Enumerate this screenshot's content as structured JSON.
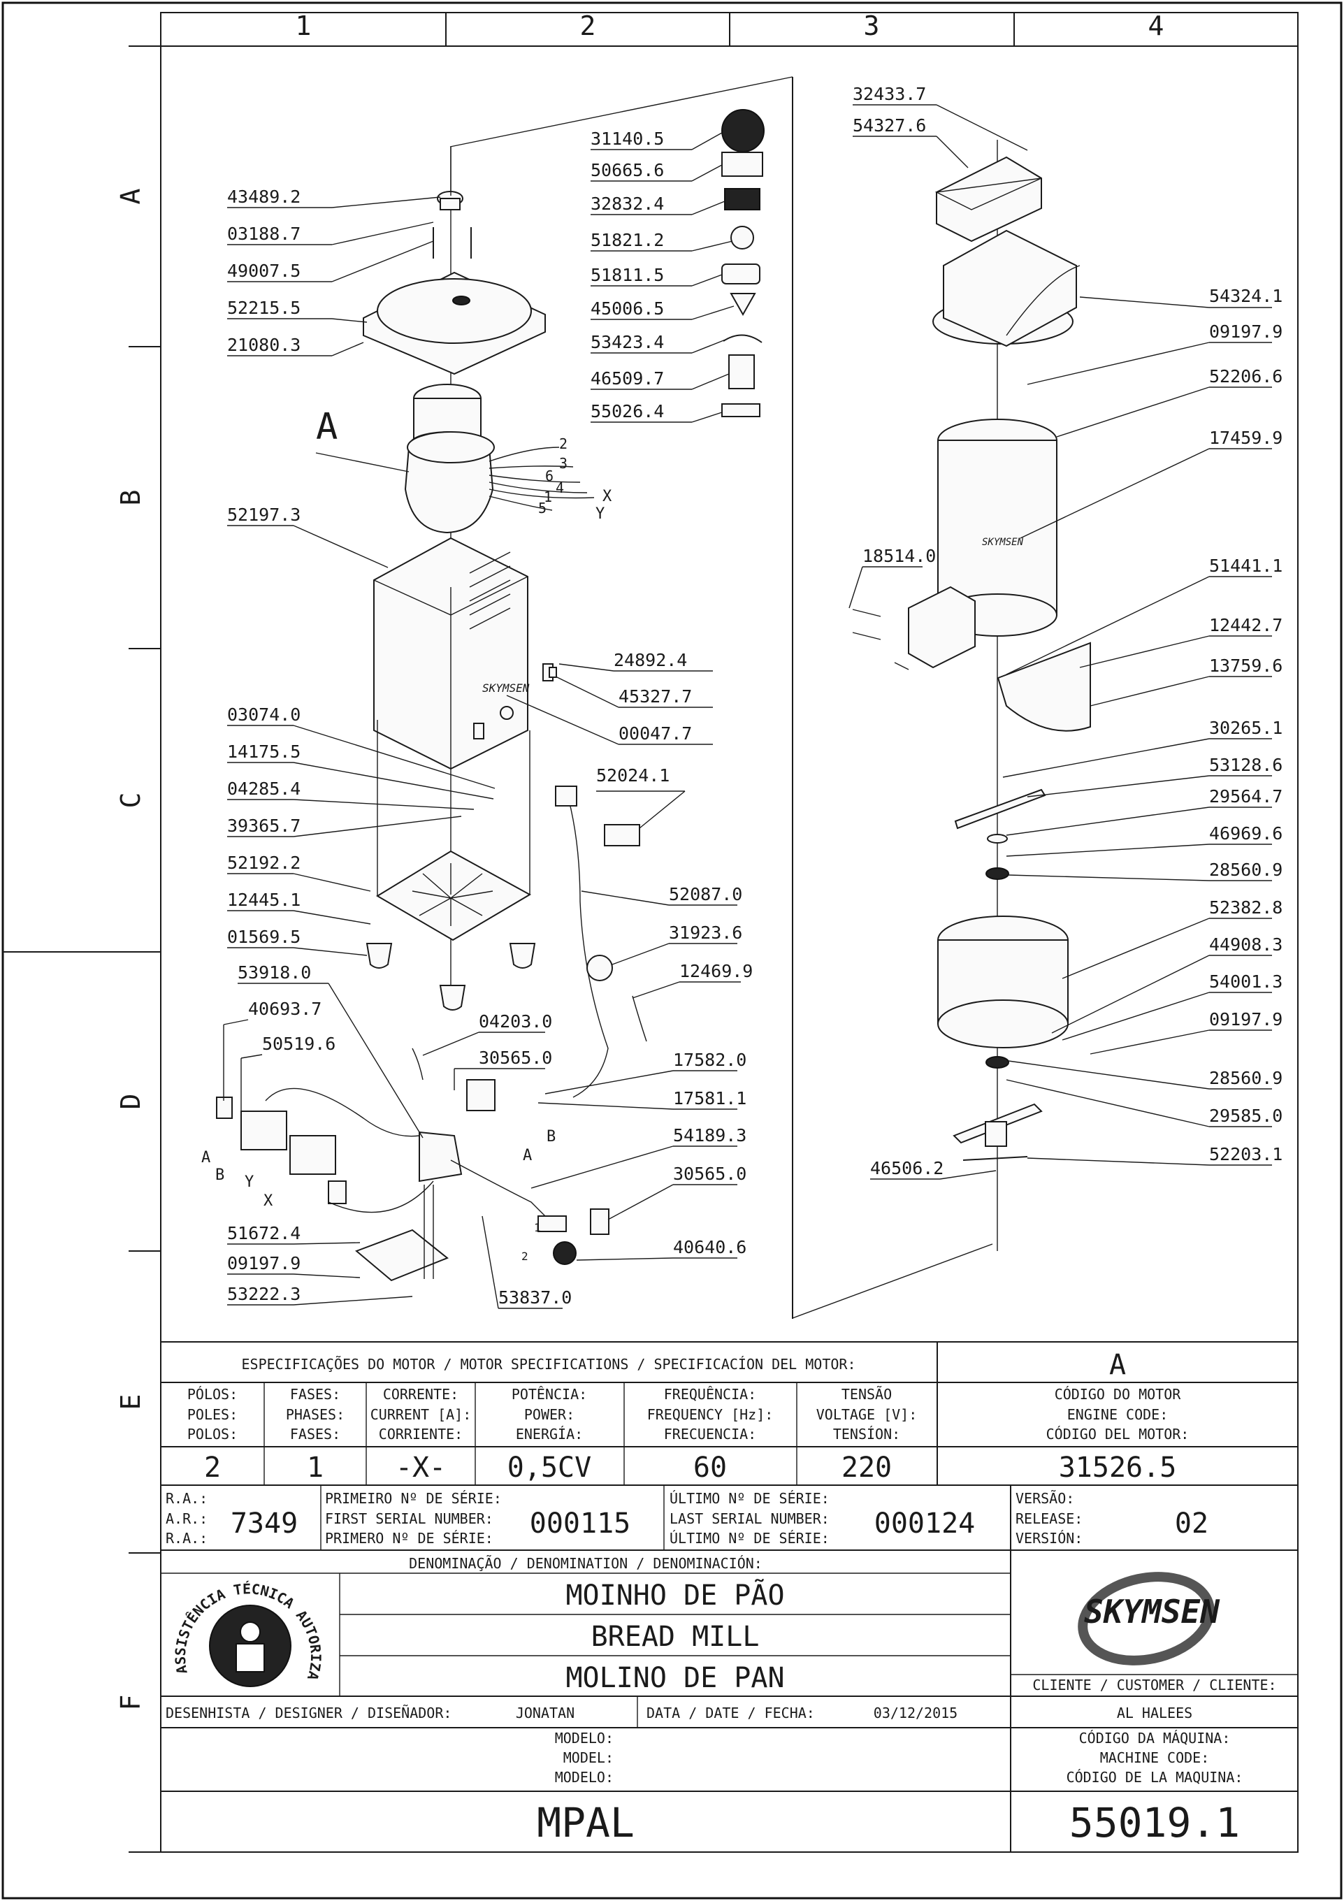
{
  "grid": {
    "columns": [
      "1",
      "2",
      "3",
      "4"
    ],
    "rows": [
      "A",
      "B",
      "C",
      "D",
      "E",
      "F"
    ]
  },
  "view_label": "A",
  "callouts_left": [
    {
      "id": "c-43489-2",
      "text": "43489.2"
    },
    {
      "id": "c-03188-7",
      "text": "03188.7"
    },
    {
      "id": "c-49007-5",
      "text": "49007.5"
    },
    {
      "id": "c-52215-5",
      "text": "52215.5"
    },
    {
      "id": "c-21080-3",
      "text": "21080.3"
    },
    {
      "id": "c-52197-3",
      "text": "52197.3"
    },
    {
      "id": "c-03074-0",
      "text": "03074.0"
    },
    {
      "id": "c-14175-5",
      "text": "14175.5"
    },
    {
      "id": "c-04285-4",
      "text": "04285.4"
    },
    {
      "id": "c-39365-7",
      "text": "39365.7"
    },
    {
      "id": "c-52192-2",
      "text": "52192.2"
    },
    {
      "id": "c-12445-1",
      "text": "12445.1"
    },
    {
      "id": "c-01569-5",
      "text": "01569.5"
    },
    {
      "id": "c-53918-0",
      "text": "53918.0"
    },
    {
      "id": "c-40693-7",
      "text": "40693.7"
    },
    {
      "id": "c-50519-6",
      "text": "50519.6"
    },
    {
      "id": "c-51672-4",
      "text": "51672.4"
    },
    {
      "id": "c-09197-9a",
      "text": "09197.9"
    },
    {
      "id": "c-53222-3",
      "text": "53222.3"
    }
  ],
  "callouts_mid": [
    {
      "id": "c-31140-5",
      "text": "31140.5"
    },
    {
      "id": "c-50665-6",
      "text": "50665.6"
    },
    {
      "id": "c-32832-4",
      "text": "32832.4"
    },
    {
      "id": "c-51821-2",
      "text": "51821.2"
    },
    {
      "id": "c-51811-5",
      "text": "51811.5"
    },
    {
      "id": "c-45006-5",
      "text": "45006.5"
    },
    {
      "id": "c-53423-4",
      "text": "53423.4"
    },
    {
      "id": "c-46509-7",
      "text": "46509.7"
    },
    {
      "id": "c-55026-4",
      "text": "55026.4"
    },
    {
      "id": "c-24892-4",
      "text": "24892.4"
    },
    {
      "id": "c-45327-7",
      "text": "45327.7"
    },
    {
      "id": "c-00047-7",
      "text": "00047.7"
    },
    {
      "id": "c-52024-1",
      "text": "52024.1"
    },
    {
      "id": "c-52087-0",
      "text": "52087.0"
    },
    {
      "id": "c-31923-6",
      "text": "31923.6"
    },
    {
      "id": "c-12469-9",
      "text": "12469.9"
    },
    {
      "id": "c-04203-0",
      "text": "04203.0"
    },
    {
      "id": "c-30565-0a",
      "text": "30565.0"
    },
    {
      "id": "c-17582-0",
      "text": "17582.0"
    },
    {
      "id": "c-17581-1",
      "text": "17581.1"
    },
    {
      "id": "c-54189-3",
      "text": "54189.3"
    },
    {
      "id": "c-30565-0b",
      "text": "30565.0"
    },
    {
      "id": "c-40640-6",
      "text": "40640.6"
    },
    {
      "id": "c-53837-0",
      "text": "53837.0"
    }
  ],
  "callouts_right": [
    {
      "id": "c-32433-7",
      "text": "32433.7"
    },
    {
      "id": "c-54327-6",
      "text": "54327.6"
    },
    {
      "id": "c-54324-1",
      "text": "54324.1"
    },
    {
      "id": "c-09197-9b",
      "text": "09197.9"
    },
    {
      "id": "c-52206-6",
      "text": "52206.6"
    },
    {
      "id": "c-17459-9",
      "text": "17459.9"
    },
    {
      "id": "c-18514-0",
      "text": "18514.0"
    },
    {
      "id": "c-51441-1",
      "text": "51441.1"
    },
    {
      "id": "c-12442-7",
      "text": "12442.7"
    },
    {
      "id": "c-13759-6",
      "text": "13759.6"
    },
    {
      "id": "c-30265-1",
      "text": "30265.1"
    },
    {
      "id": "c-53128-6",
      "text": "53128.6"
    },
    {
      "id": "c-29564-7",
      "text": "29564.7"
    },
    {
      "id": "c-46969-6",
      "text": "46969.6"
    },
    {
      "id": "c-28560-9a",
      "text": "28560.9"
    },
    {
      "id": "c-52382-8",
      "text": "52382.8"
    },
    {
      "id": "c-44908-3",
      "text": "44908.3"
    },
    {
      "id": "c-54001-3",
      "text": "54001.3"
    },
    {
      "id": "c-09197-9c",
      "text": "09197.9"
    },
    {
      "id": "c-28560-9b",
      "text": "28560.9"
    },
    {
      "id": "c-29585-0",
      "text": "29585.0"
    },
    {
      "id": "c-52203-1",
      "text": "52203.1"
    },
    {
      "id": "c-46506-2",
      "text": "46506.2"
    }
  ],
  "wire_labels": {
    "w2": "2",
    "w3": "3",
    "w6": "6",
    "w4": "4",
    "w1": "1",
    "w5": "5",
    "x": "X",
    "y": "Y",
    "a_left": "A",
    "b_left": "B",
    "y_left": "Y",
    "x_left": "X",
    "a_mid": "A",
    "b_mid": "B",
    "p1": "1",
    "p2": "2"
  },
  "motor_specs": {
    "header": "ESPECIFICAÇÕES DO MOTOR / MOTOR SPECIFICATIONS / SPECIFICACÍON DEL MOTOR:",
    "view": "A",
    "columns": [
      {
        "l1": "PÓLOS:",
        "l2": "POLES:",
        "l3": "POLOS:",
        "value": "2"
      },
      {
        "l1": "FASES:",
        "l2": "PHASES:",
        "l3": "FASES:",
        "value": "1"
      },
      {
        "l1": "CORRENTE:",
        "l2": "CURRENT [A]:",
        "l3": "CORRIENTE:",
        "value": "-X-"
      },
      {
        "l1": "POTÊNCIA:",
        "l2": "POWER:",
        "l3": "ENERGÍA:",
        "value": "0,5CV"
      },
      {
        "l1": "FREQUÊNCIA:",
        "l2": "FREQUENCY [Hz]:",
        "l3": "FRECUENCIA:",
        "value": "60"
      },
      {
        "l1": "TENSÃO",
        "l2": "VOLTAGE [V]:",
        "l3": "TENSÍON:",
        "value": "220"
      }
    ],
    "engine_code": {
      "l1": "CÓDIGO DO MOTOR",
      "l2": "ENGINE CODE:",
      "l3": "CÓDIGO DEL MOTOR:",
      "value": "31526.5"
    }
  },
  "serials": {
    "ra": {
      "l1": "R.A.:",
      "l2": "A.R.:",
      "l3": "R.A.:",
      "value": "7349"
    },
    "first": {
      "l1": "PRIMEIRO Nº DE SÉRIE:",
      "l2": "FIRST SERIAL NUMBER:",
      "l3": "PRIMERO Nº DE SÉRIE:",
      "value": "000115"
    },
    "last": {
      "l1": "ÚLTIMO Nº DE SÉRIE:",
      "l2": "LAST SERIAL NUMBER:",
      "l3": "ÚLTIMO Nº DE SÉRIE:",
      "value": "000124"
    },
    "version": {
      "l1": "VERSÃO:",
      "l2": "RELEASE:",
      "l3": "VERSIÓN:",
      "value": "02"
    }
  },
  "denomination": {
    "header": "DENOMINAÇÃO / DENOMINATION / DENOMINACIÓN:",
    "pt": "MOINHO DE PÃO",
    "en": "BREAD MILL",
    "es": "MOLINO DE PAN"
  },
  "logos": {
    "seal_text": "ASSISTÊNCIA TÉCNICA AUTORIZADA",
    "brand": "SKYMSEN"
  },
  "customer": {
    "label": "CLIENTE / CUSTOMER / CLIENTE:",
    "value": "AL HALEES"
  },
  "designer": {
    "label": "DESENHISTA / DESIGNER / DISEÑADOR:",
    "value": "JONATAN"
  },
  "date": {
    "label": "DATA / DATE / FECHA:",
    "value": "03/12/2015"
  },
  "model": {
    "l1": "MODELO:",
    "l2": "MODEL:",
    "l3": "MODELO:",
    "value": "MPAL"
  },
  "machine_code": {
    "l1": "CÓDIGO DA MÁQUINA:",
    "l2": "MACHINE CODE:",
    "l3": "CÓDIGO DE LA MAQUINA:",
    "value": "55019.1"
  }
}
